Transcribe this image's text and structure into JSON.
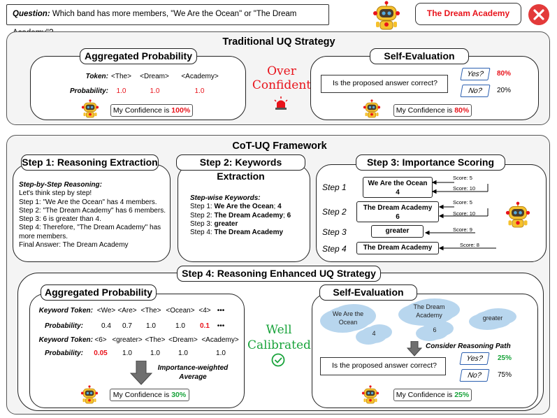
{
  "question": {
    "label": "Question:",
    "text": " Which band has more members, \"We Are the Ocean\" or \"The Dream Academy\"?"
  },
  "answer": "The Dream Academy",
  "traditional": {
    "title": "Traditional UQ Strategy",
    "agg": {
      "title": "Aggregated Probability",
      "token_label": "Token:",
      "tokens": [
        "<The>",
        "<Dream>",
        "<Academy>"
      ],
      "prob_label": "Probability:",
      "probs": [
        "1.0",
        "1.0",
        "1.0"
      ],
      "conf_text": "My Confidence is ",
      "conf_value": "100%"
    },
    "over": [
      "Over",
      "Confident"
    ],
    "self": {
      "title": "Self-Evaluation",
      "question": "Is the proposed answer correct?",
      "yes": "Yes?",
      "yes_val": "80%",
      "no": "No?",
      "no_val": "20%",
      "conf_text": "My Confidence is ",
      "conf_value": "80%"
    }
  },
  "cot": {
    "title": "CoT-UQ Framework",
    "step1": {
      "title": "Step 1: Reasoning Extraction",
      "heading": "Step-by-Step Reasoning:",
      "lines": [
        "Let's think step by step!",
        "Step 1: \"We Are the Ocean\" has 4 members.",
        "Step 2: \"The Dream Academy\" has 6 members.",
        "Step 3: 6 is greater than 4.",
        "Step 4: Therefore, \"The Dream Academy\" has",
        "more members.",
        "Final Answer: The Dream Academy"
      ]
    },
    "step2": {
      "title": "Step 2: Keywords Extraction",
      "heading": "Step-wise Keywords:",
      "l1a": "Step 1: ",
      "l1b": "We Are the Ocean",
      "l1c": "; ",
      "l1d": "4",
      "l2a": "Step 2: ",
      "l2b": "The Dream Academy",
      "l2c": "; ",
      "l2d": "6",
      "l3a": "Step 3: ",
      "l3b": "greater",
      "l4a": "Step 4: ",
      "l4b": "The Dream Academy"
    },
    "step3": {
      "title": "Step 3: Importance Scoring",
      "rows": [
        {
          "label": "Step 1",
          "box1": "We Are the Ocean",
          "box2": "4",
          "s1": "Score: 5",
          "s2": "Score: 10"
        },
        {
          "label": "Step 2",
          "box1": "The Dream Academy",
          "box2": "6",
          "s1": "Score: 5",
          "s2": "Score: 10"
        },
        {
          "label": "Step 3",
          "box1": "greater",
          "s1": "Score: 9"
        },
        {
          "label": "Step 4",
          "box1": "The Dream Academy",
          "s1": "Score: 8"
        }
      ]
    },
    "step4": {
      "title": "Step 4: Reasoning Enhanced UQ Strategy",
      "agg": {
        "title": "Aggregated Probability",
        "kt_label": "Keyword Token:",
        "tokens1": [
          "<We>",
          "<Are>",
          "<The>",
          "<Ocean>",
          "<4>",
          "•••"
        ],
        "pr_label": "Probability:",
        "probs1": [
          "0.4",
          "0.7",
          "1.0",
          "1.0",
          "0.1",
          "•••"
        ],
        "tokens2": [
          "<6>",
          "<greater>",
          "<The>",
          "<Dream>",
          "<Academy>"
        ],
        "probs2": [
          "0.05",
          "1.0",
          "1.0",
          "1.0",
          "1.0"
        ],
        "weighted": [
          "Importance-weighted",
          "Average"
        ],
        "conf_text": "My Confidence is ",
        "conf_value": "30%"
      },
      "well": [
        "Well",
        "Calibrated"
      ],
      "self": {
        "title": "Self-Evaluation",
        "clouds": [
          "We Are the Ocean",
          "The Dream Academy",
          "6",
          "4",
          "greater"
        ],
        "consider": "Consider Reasoning Path",
        "question": "Is the proposed answer correct?",
        "yes": "Yes?",
        "yes_val": "25%",
        "no": "No?",
        "no_val": "75%",
        "conf_text": "My Confidence is ",
        "conf_value": "25%"
      }
    }
  },
  "colors": {
    "red": "#e8131b",
    "green": "#19a33b",
    "cloud": "#b8d6ee",
    "panel": "#f4f4f4"
  }
}
